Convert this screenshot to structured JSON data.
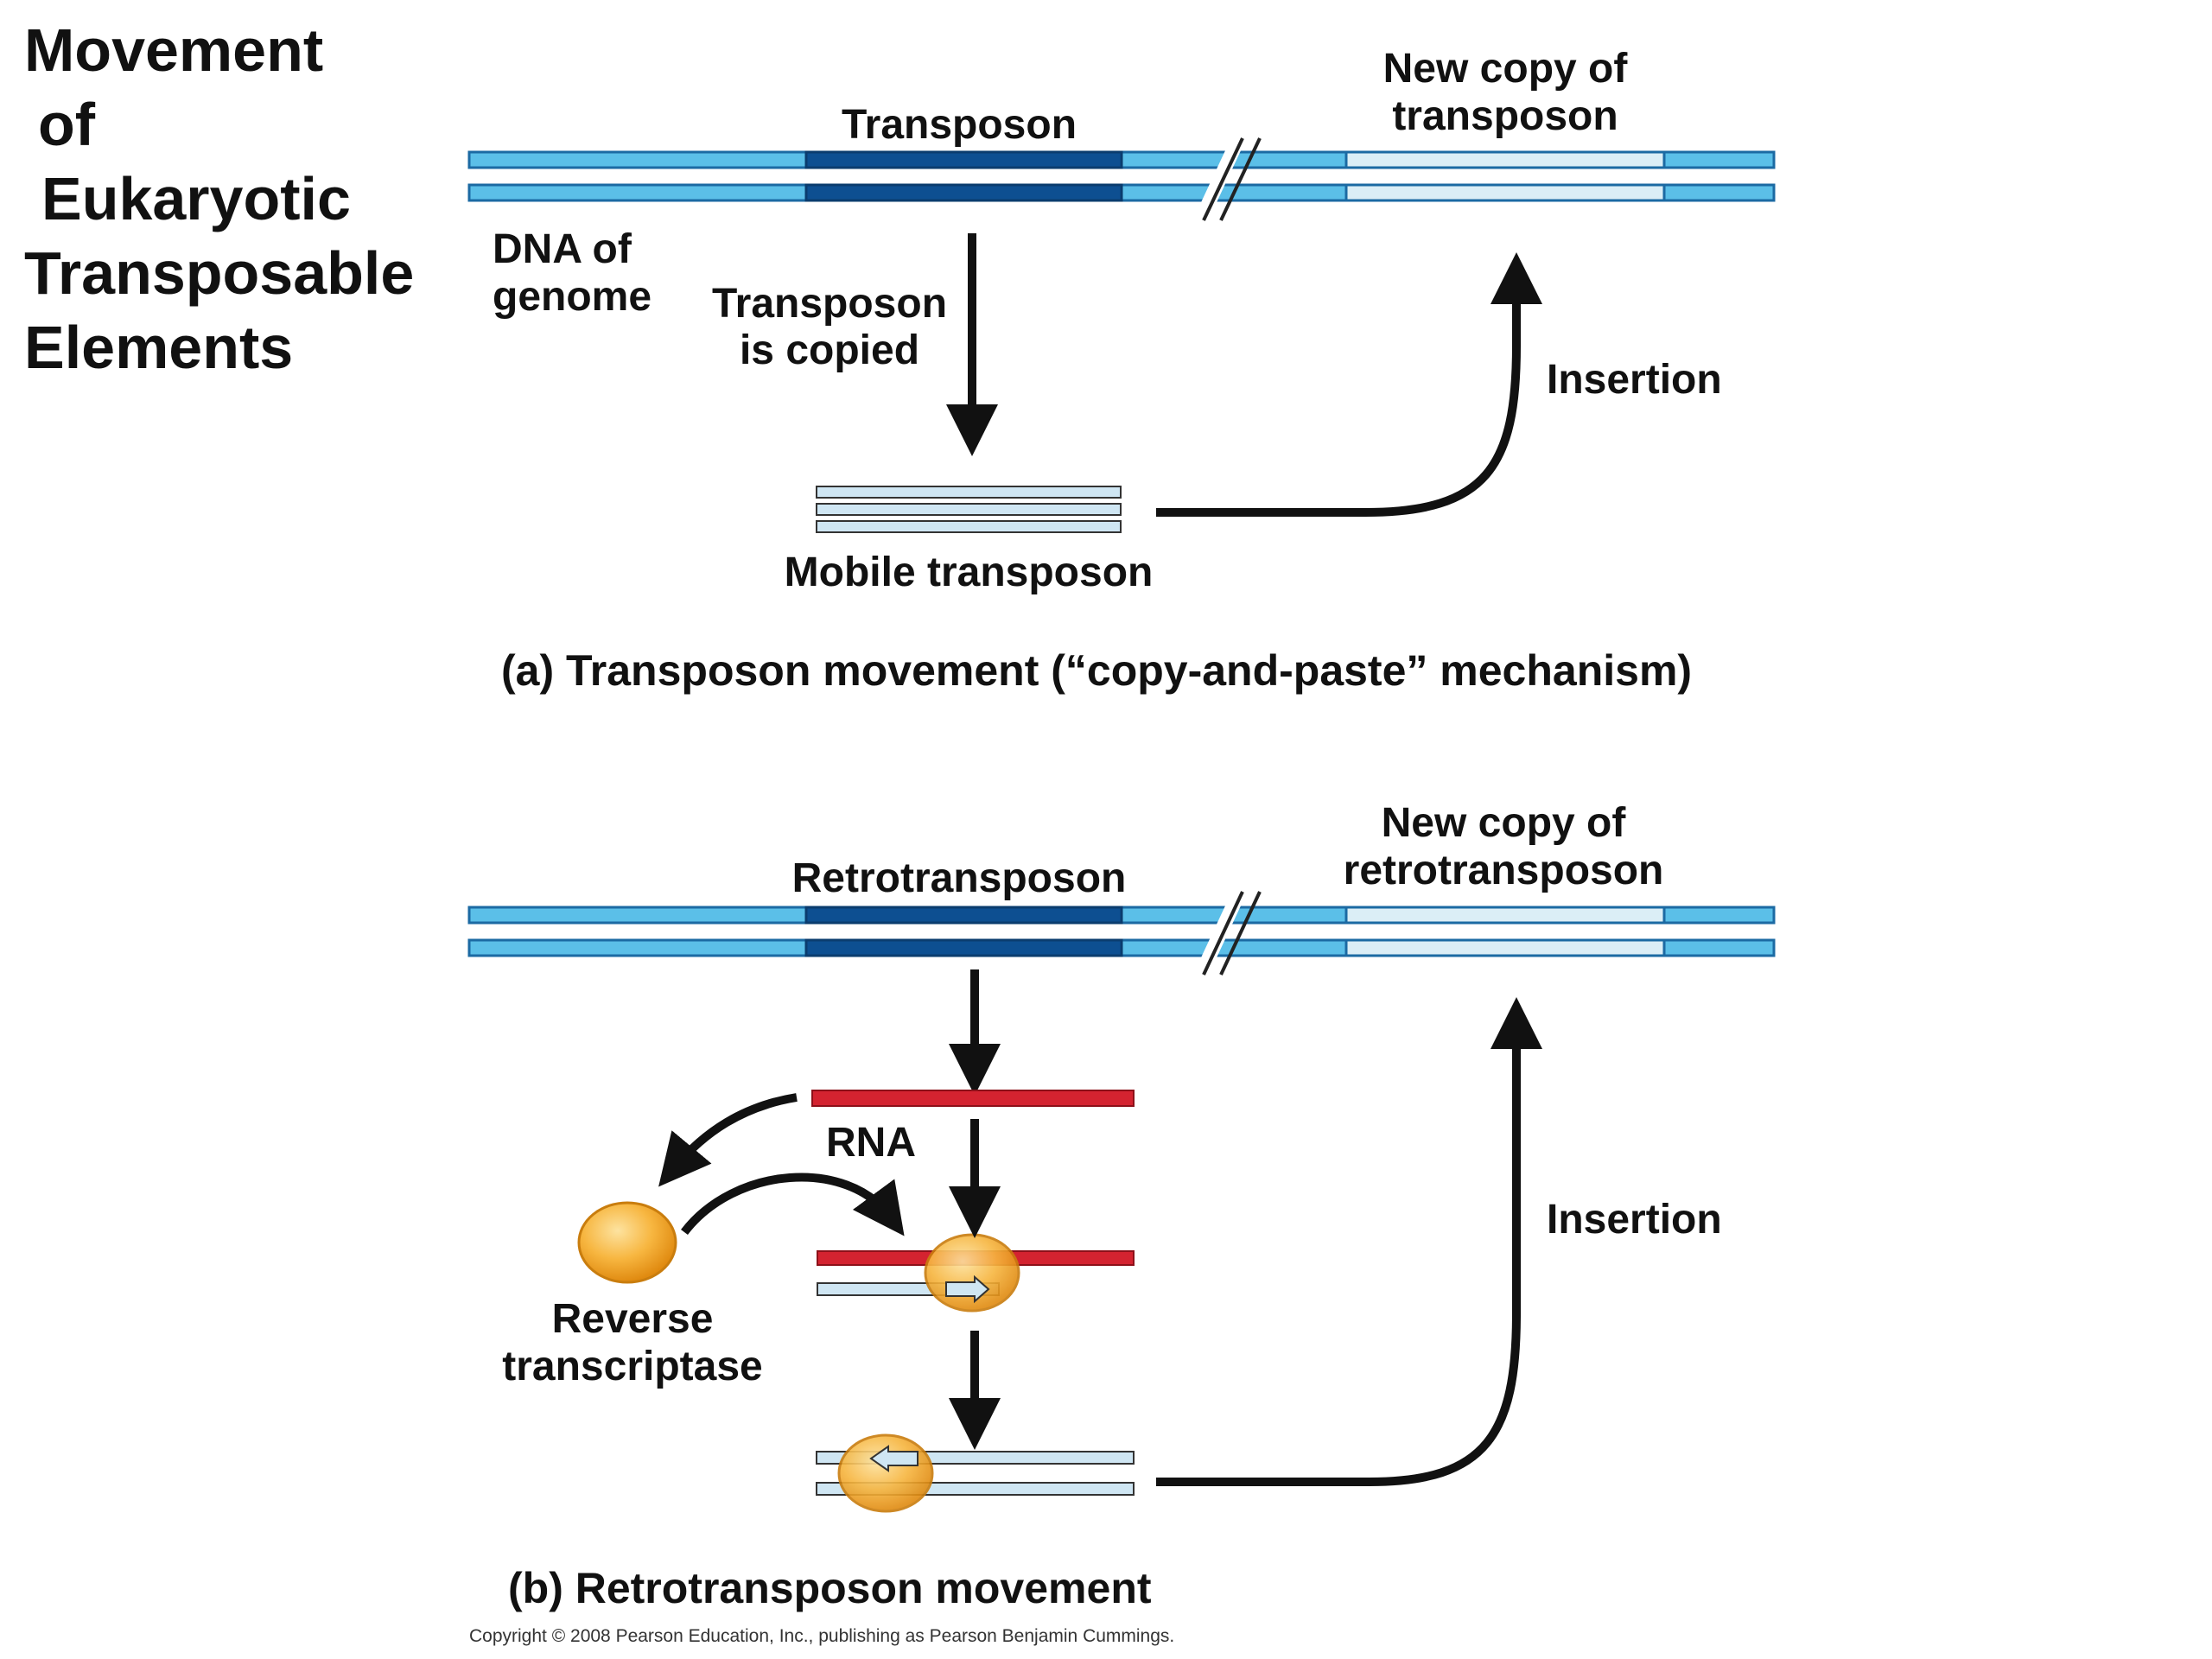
{
  "title": {
    "lines": [
      "Movement",
      "of",
      "Eukaryotic",
      "Transposable",
      "Elements"
    ]
  },
  "panel_a": {
    "transposon_label": "Transposon",
    "new_copy_label": [
      "New copy of",
      "transposon"
    ],
    "dna_label": [
      "DNA of",
      "genome"
    ],
    "copied_label": [
      "Transposon",
      "is copied"
    ],
    "insertion_label": "Insertion",
    "mobile_label": "Mobile transposon",
    "caption": "(a) Transposon movement (“copy-and-paste” mechanism)"
  },
  "panel_b": {
    "retro_label": "Retrotransposon",
    "new_copy_label": [
      "New copy of",
      "retrotransposon"
    ],
    "rna_label": "RNA",
    "insertion_label": "Insertion",
    "rt_label": [
      "Reverse",
      "transcriptase"
    ],
    "caption": "(b) Retrotransposon movement"
  },
  "copyright": "Copyright © 2008 Pearson Education, Inc., publishing as Pearson Benjamin Cummings.",
  "colors": {
    "dna_light": "#5bbfe8",
    "dna_outline": "#1b6aa3",
    "transposon_dark": "#0d4f91",
    "new_copy_pale": "#dbeef6",
    "mobile_strand": "#cfe6f3",
    "rna_red": "#d42330",
    "enzyme_orange": "#f5a623",
    "arrow": "#111111"
  }
}
